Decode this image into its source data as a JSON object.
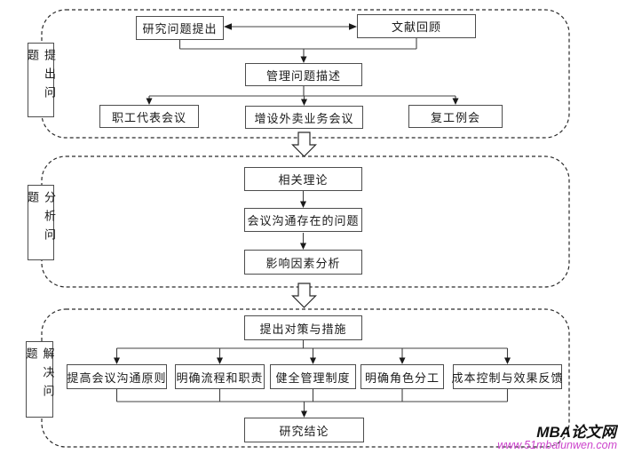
{
  "sections": [
    {
      "label": "提出问题"
    },
    {
      "label": "分析问题"
    },
    {
      "label": "解决问题"
    }
  ],
  "nodes": {
    "research": "研究问题提出",
    "literature": "文献回顾",
    "management": "管理问题描述",
    "staff_meeting": "职工代表会议",
    "takeout_meeting": "增设外卖业务会议",
    "rework_meeting": "复工例会",
    "theory": "相关理论",
    "comm_problems": "会议沟通存在的问题",
    "factor_analysis": "影响因素分析",
    "measures": "提出对策与措施",
    "principle": "提高会议沟通原则",
    "process": "明确流程和职责",
    "system": "健全管理制度",
    "roles": "明确角色分工",
    "cost": "成本控制与效果反馈",
    "conclusion": "研究结论"
  },
  "watermark": {
    "site_name": "MBA论文网",
    "site_url": "www.51mbalunwen.com",
    "name_color": "#111111",
    "url_color": "#cc44cc"
  },
  "colors": {
    "background": "#ffffff",
    "box_border": "#4d4d4d",
    "connector": "#404040",
    "dashed_border": "#2b2b2b",
    "text": "#1a1a1a"
  }
}
